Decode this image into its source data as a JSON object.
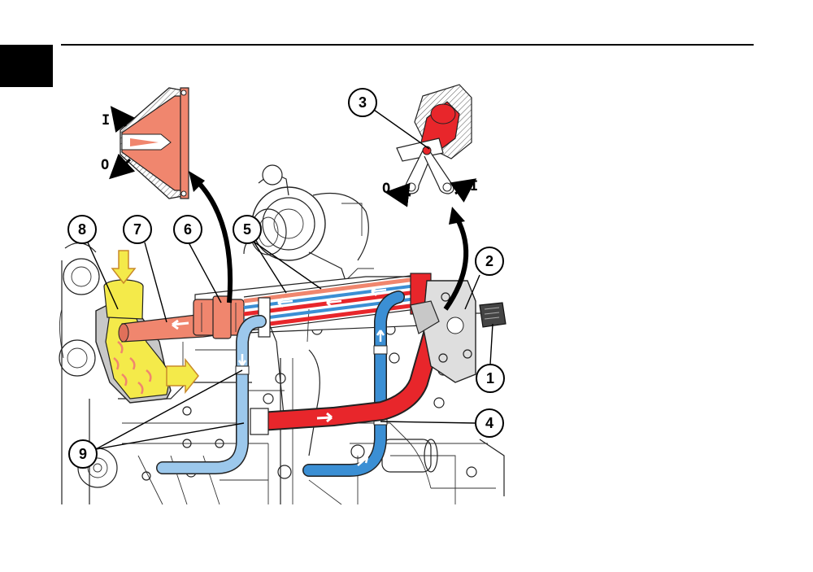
{
  "callouts": [
    {
      "id": "1",
      "label": "1"
    },
    {
      "id": "2",
      "label": "2"
    },
    {
      "id": "3",
      "label": "3"
    },
    {
      "id": "4",
      "label": "4"
    },
    {
      "id": "5",
      "label": "5"
    },
    {
      "id": "6",
      "label": "6"
    },
    {
      "id": "7",
      "label": "7"
    },
    {
      "id": "8",
      "label": "8"
    },
    {
      "id": "9",
      "label": "9"
    }
  ],
  "flow_labels": {
    "left_inlet": "I",
    "left_outlet": "O",
    "right_outlet": "O",
    "right_inlet": "I"
  },
  "colors": {
    "exhaust_hot": "#e8262b",
    "exhaust_cooled": "#f0866e",
    "coolant": "#3b8fd4",
    "coolant_light": "#9cc8ec",
    "fresh_air": "#f4ea4a",
    "header_tab": "#000000"
  }
}
